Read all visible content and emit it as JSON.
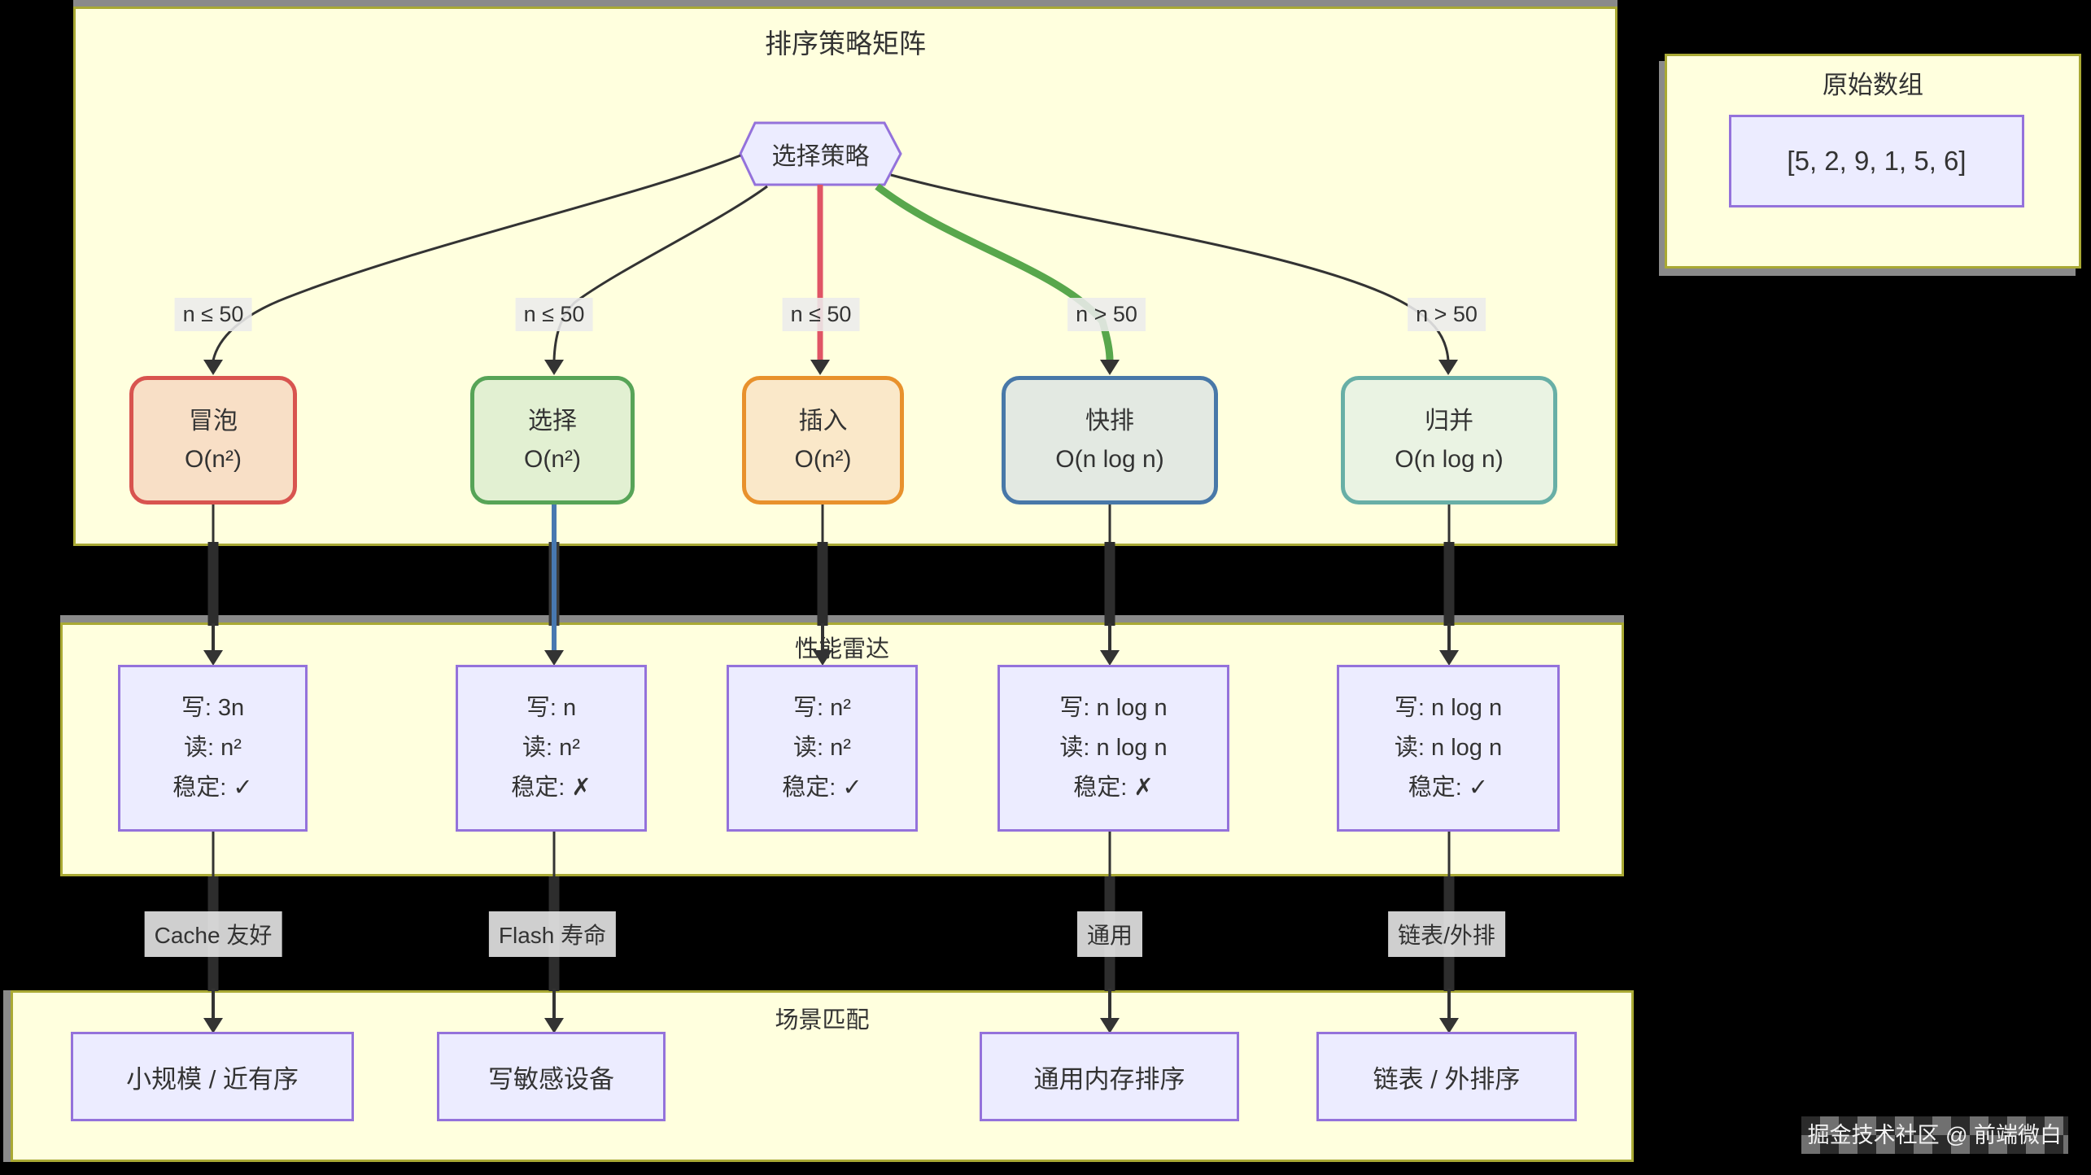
{
  "page": {
    "background": "#000000",
    "watermark": "掘金技术社区 @ 前端微白"
  },
  "colors": {
    "container_fill": "#FFFFDE",
    "container_border": "#A9A934",
    "container_shadow": "#8A8A8A",
    "node_fill": "#ECECFF",
    "node_border": "#9472DB",
    "text": "#333333",
    "edge_dark": "#333333",
    "edge_gap_bar": "#2D2D2D",
    "edge_red": "#E05565",
    "edge_green": "#58A74C",
    "edge_blue": "#4878B0",
    "edge_label_bg": "#ECECEC",
    "bubble_border": "#D8544F",
    "bubble_fill": "#F8DFC6",
    "selection_border": "#57A457",
    "selection_fill": "#E2F0D2",
    "insertion_border": "#E8912C",
    "insertion_fill": "#FAE8C9",
    "quick_border": "#4878A8",
    "quick_fill": "#E3E9E2",
    "merge_border": "#68AFA6",
    "merge_fill": "#EAF3E3"
  },
  "matrix": {
    "title": "排序策略矩阵",
    "root_label": "选择策略",
    "branches": [
      {
        "condition": "n ≤ 50",
        "algorithm": "冒泡",
        "complexity": "O(n²)"
      },
      {
        "condition": "n ≤ 50",
        "algorithm": "选择",
        "complexity": "O(n²)"
      },
      {
        "condition": "n ≤ 50",
        "algorithm": "插入",
        "complexity": "O(n²)"
      },
      {
        "condition": "n > 50",
        "algorithm": "快排",
        "complexity": "O(n log n)"
      },
      {
        "condition": "n > 50",
        "algorithm": "归并",
        "complexity": "O(n log n)"
      }
    ]
  },
  "array_panel": {
    "title": "原始数组",
    "value": "[5, 2, 9, 1, 5, 6]"
  },
  "performance": {
    "title": "性能雷达",
    "cards": [
      {
        "write": "写: 3n",
        "read": "读: n²",
        "stable": "稳定: ✓"
      },
      {
        "write": "写: n",
        "read": "读: n²",
        "stable": "稳定: ✗"
      },
      {
        "write": "写: n²",
        "read": "读: n²",
        "stable": "稳定: ✓"
      },
      {
        "write": "写: n log n",
        "read": "读: n log n",
        "stable": "稳定: ✗"
      },
      {
        "write": "写: n log n",
        "read": "读: n log n",
        "stable": "稳定: ✓"
      }
    ]
  },
  "scenarios": {
    "title": "场景匹配",
    "link_labels": [
      "Cache 友好",
      "Flash 寿命",
      "通用",
      "链表/外排"
    ],
    "cards": [
      "小规模 / 近有序",
      "写敏感设备",
      "通用内存排序",
      "链表 / 外排序"
    ]
  }
}
